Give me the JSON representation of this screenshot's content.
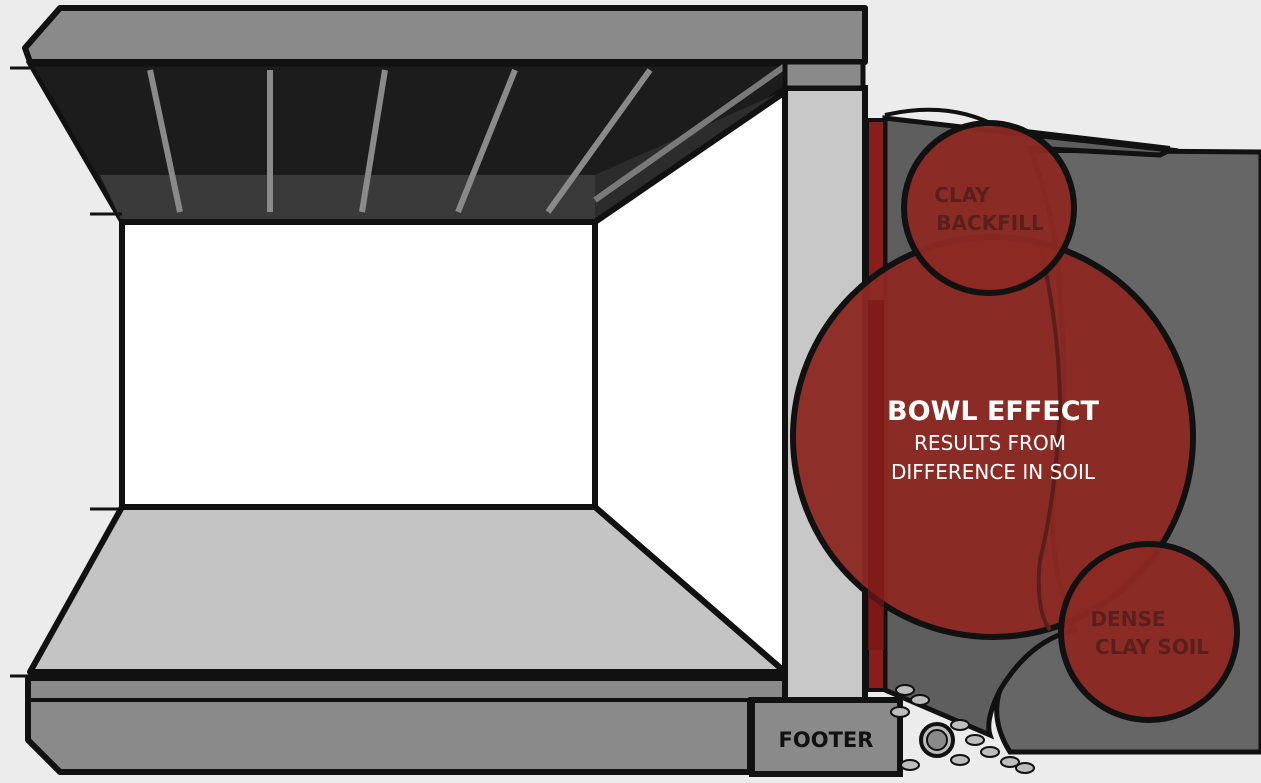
{
  "labels": {
    "clay_backfill": [
      "CLAY",
      "BACKFILL"
    ],
    "bowl_effect_title": "BOWL EFFECT",
    "bowl_effect_desc": [
      "RESULTS FROM",
      "DIFFERENCE IN SOIL"
    ],
    "dense_clay_soil": [
      "DENSE",
      "CLAY SOIL"
    ],
    "footer": "FOOTER"
  },
  "colors": {
    "background": "#ececec",
    "outline": "#111111",
    "wall": "#c8c8c8",
    "slab": "#8a8a8a",
    "joist_cavity": "#1a1a1a",
    "backfill_dark": "#5a5a5a",
    "native_soil": "#666666",
    "membrane_red": "#8a1c1c",
    "callout_red": "#8b2a22",
    "callout_text_dim": "#5a1f1a",
    "callout_text_bright": "#ffffff"
  }
}
